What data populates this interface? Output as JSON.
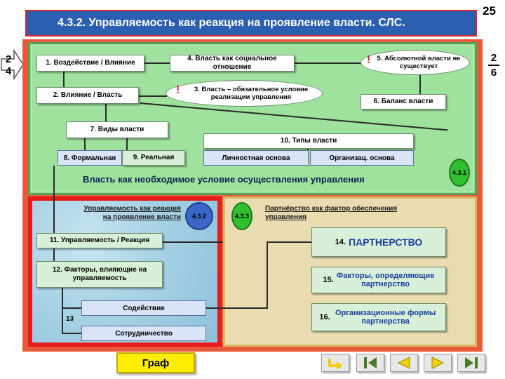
{
  "page_number": "25",
  "title": "4.3.2. Управляемость как реакция на проявление власти. СЛС.",
  "left_nav": {
    "line1": "2",
    "line2": "4"
  },
  "right_nav": {
    "line1": "2",
    "line2": "6"
  },
  "top_section": {
    "box1": "1. Воздействие / Влияние",
    "box2": "2. Влияние / Власть",
    "box3": "3. Власть – обязательное условие реализации управления",
    "box4": "4. Власть как социальное отношение",
    "box5": "5. Абсолютной власти не существует",
    "box6": "6. Баланс власти",
    "box7": "7. Виды власти",
    "box8": "8. Формальная",
    "box9": "9. Реальная",
    "box10": "10. Типы власти",
    "personal": "Личностная основа",
    "organizational": "Организац. основа",
    "excl": "!",
    "badge": "4.3.1",
    "caption": "Власть как необходимое условие осуществления управления"
  },
  "left_section": {
    "caption_line1": "Управляемость как реакция",
    "caption_line2": "на проявление власти",
    "badge": "4.3.2",
    "box11": "11. Управляемость / Реакция",
    "box12": "12. Факторы, влияющие на управляемость",
    "num13": "13",
    "assistance": "Содействие",
    "cooperation": "Сотрудничество"
  },
  "right_section": {
    "badge": "4.3.3",
    "caption_line1": "Партнёрство как фактор обеспечения",
    "caption_line2": "управления",
    "box14_num": "14.",
    "box14_text": "ПАРТНЕРСТВО",
    "box15_num": "15.",
    "box15_text": "Факторы, определяющие партнерство",
    "box16_num": "16.",
    "box16_text": "Организационные формы партнерства"
  },
  "bottom": {
    "graf": "Граф"
  },
  "colors": {
    "title_bg": "#2b5fb0",
    "frame": "#e85a3a",
    "green_panel": "#9ee29e",
    "red_border": "#e81c1c",
    "beige_panel": "#e8dcb0",
    "badge_green": "#2fbf2f",
    "badge_blue": "#3a66c8",
    "graf_button": "#ffee00"
  }
}
